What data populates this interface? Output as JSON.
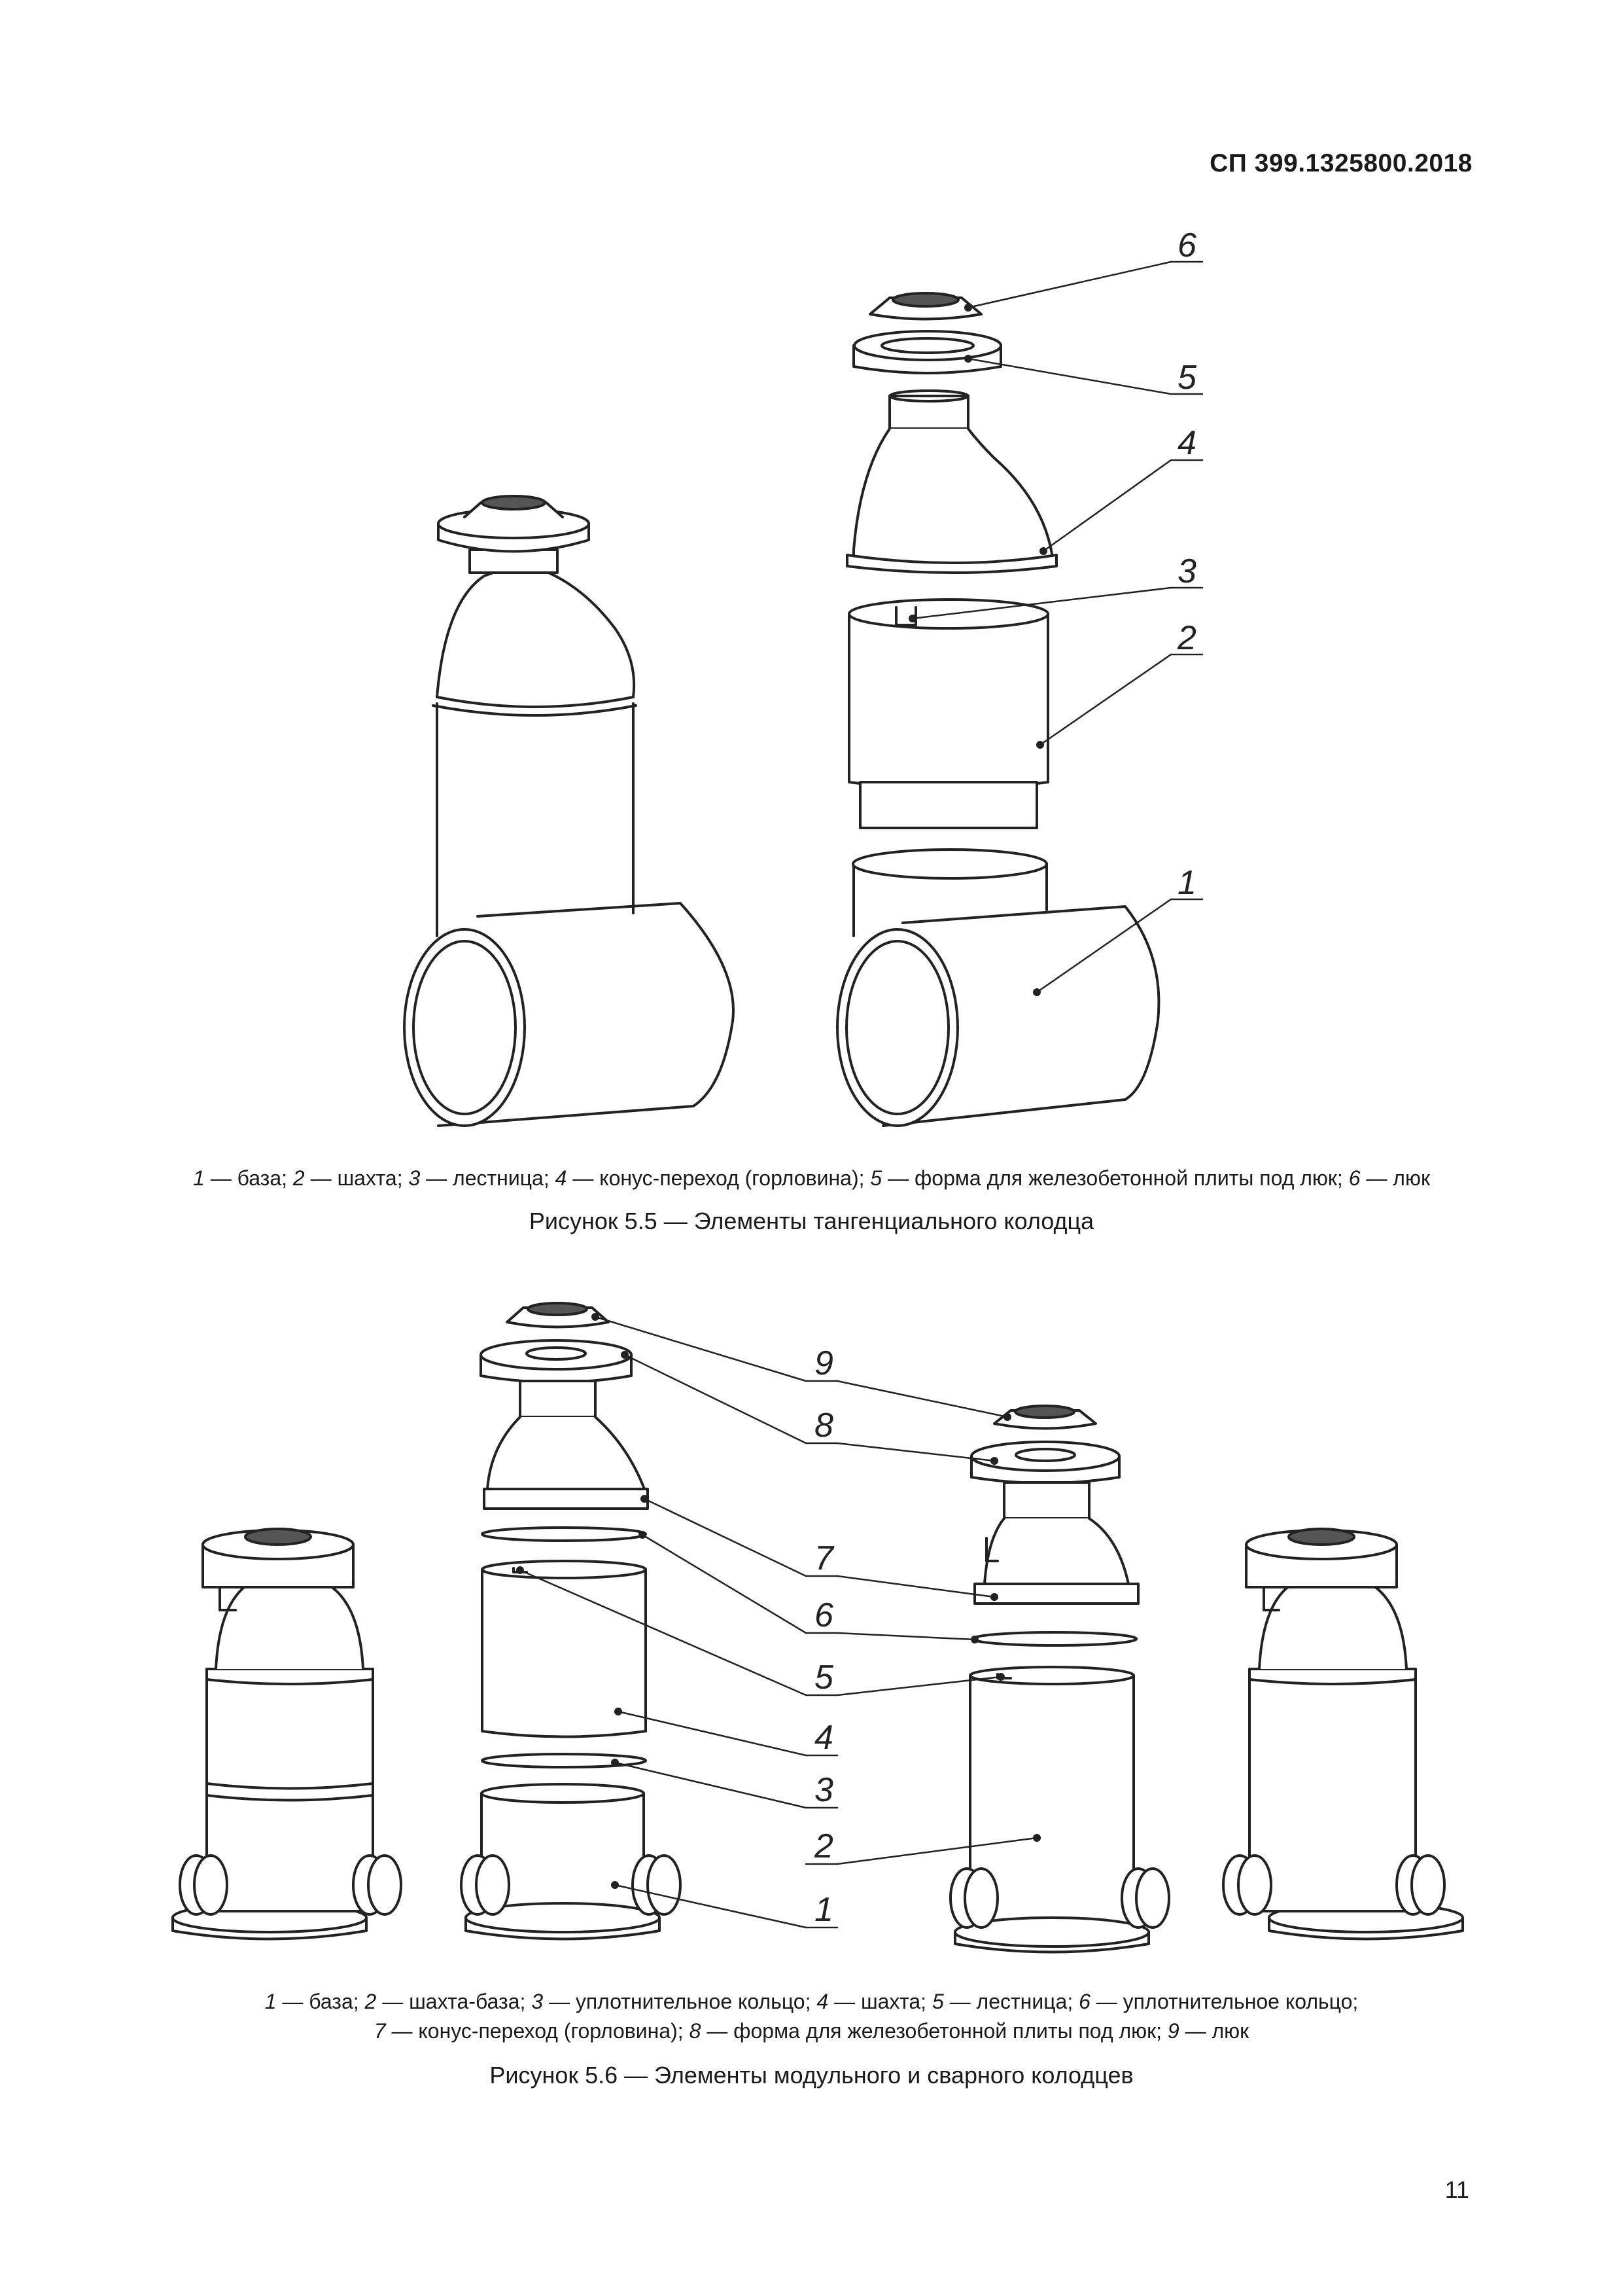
{
  "header": {
    "doc_code": "СП 399.1325800.2018"
  },
  "figure_5_5": {
    "callouts": [
      "1",
      "2",
      "3",
      "4",
      "5",
      "6"
    ],
    "legend": [
      {
        "num": "1",
        "text": " — база; "
      },
      {
        "num": "2",
        "text": " — шахта; "
      },
      {
        "num": "3",
        "text": " — лестница; "
      },
      {
        "num": "4",
        "text": " — конус-переход (горловина); "
      },
      {
        "num": "5",
        "text": " — форма для железобетонной плиты под люк; "
      },
      {
        "num": "6",
        "text": " — люк"
      }
    ],
    "caption": "Рисунок 5.5 — Элементы тангенциального колодца"
  },
  "figure_5_6": {
    "callouts": [
      "1",
      "2",
      "3",
      "4",
      "5",
      "6",
      "7",
      "8",
      "9"
    ],
    "legend_line1": [
      {
        "num": "1",
        "text": " — база; "
      },
      {
        "num": "2",
        "text": " — шахта-база; "
      },
      {
        "num": "3",
        "text": " — уплотнительное кольцо; "
      },
      {
        "num": "4",
        "text": " — шахта; "
      },
      {
        "num": "5",
        "text": " — лестница; "
      },
      {
        "num": "6",
        "text": " — уплотнительное кольцо;"
      }
    ],
    "legend_line2": [
      {
        "num": "7",
        "text": " — конус-переход (горловина); "
      },
      {
        "num": "8",
        "text": " — форма для железобетонной плиты под люк; "
      },
      {
        "num": "9",
        "text": " — люк"
      }
    ],
    "caption": "Рисунок 5.6 — Элементы модульного и сварного колодцев"
  },
  "footer": {
    "page_number": "11"
  }
}
